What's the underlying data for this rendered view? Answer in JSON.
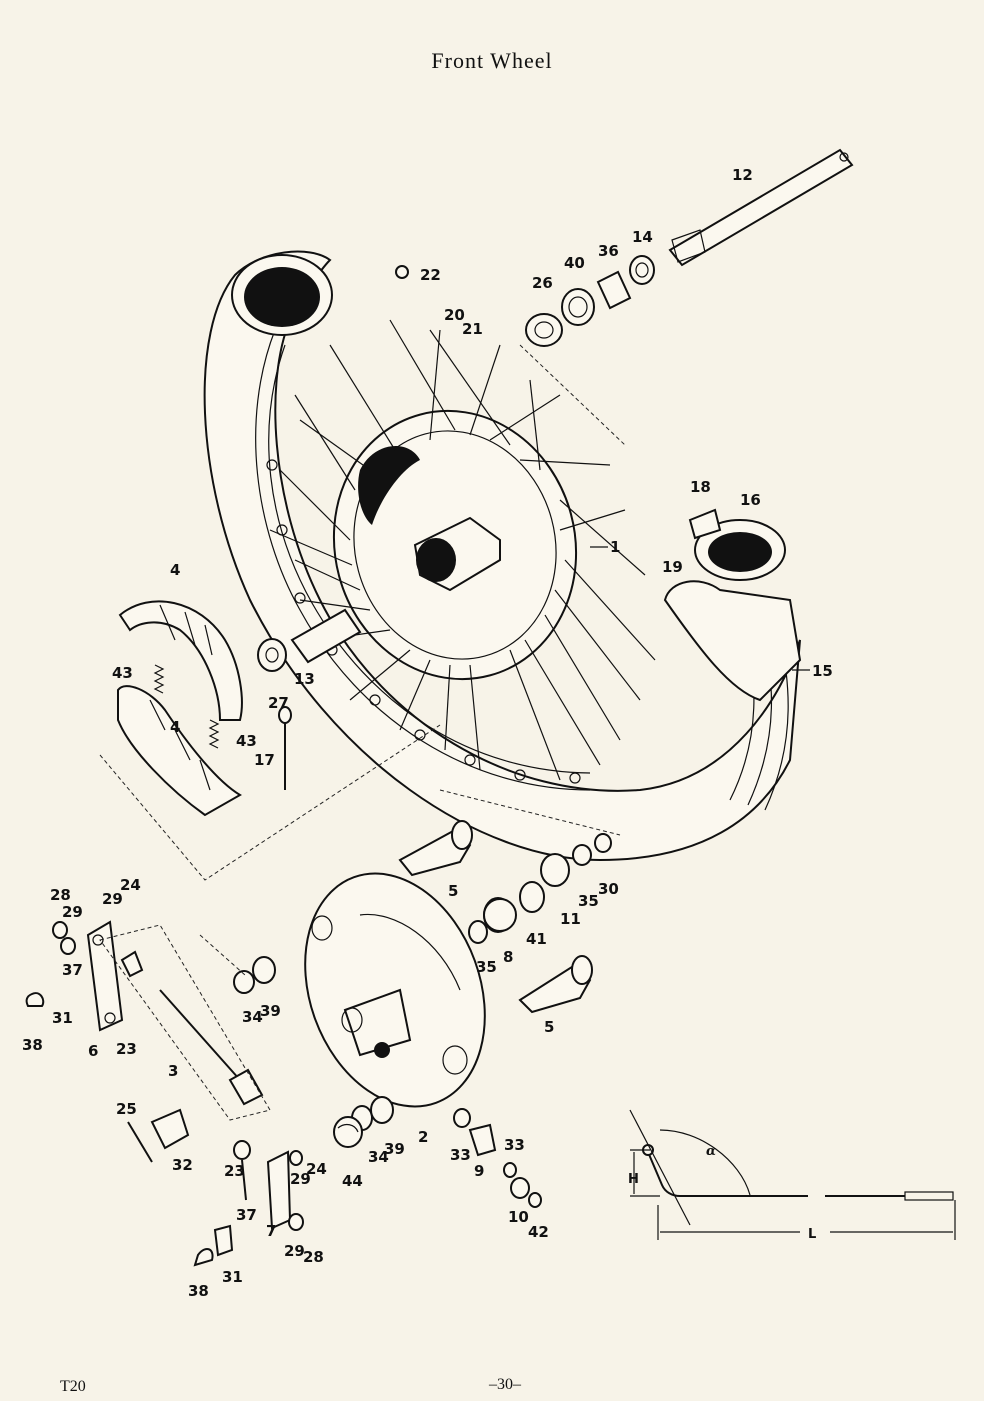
{
  "title": "Front Wheel",
  "footer": {
    "model_code": "T20",
    "page_number": "–30–"
  },
  "callouts": [
    "1",
    "2",
    "3",
    "4",
    "4",
    "5",
    "5",
    "6",
    "7",
    "8",
    "9",
    "10",
    "11",
    "12",
    "13",
    "14",
    "15",
    "16",
    "17",
    "18",
    "19",
    "20",
    "21",
    "22",
    "23",
    "23",
    "24",
    "24",
    "25",
    "26",
    "27",
    "28",
    "28",
    "29",
    "29",
    "29",
    "29",
    "30",
    "31",
    "31",
    "32",
    "33",
    "33",
    "34",
    "34",
    "35",
    "35",
    "36",
    "37",
    "37",
    "38",
    "38",
    "39",
    "39",
    "40",
    "41",
    "42",
    "43",
    "43",
    "44"
  ],
  "dimension_labels": {
    "height": "H",
    "angle": "α",
    "length": "L"
  }
}
